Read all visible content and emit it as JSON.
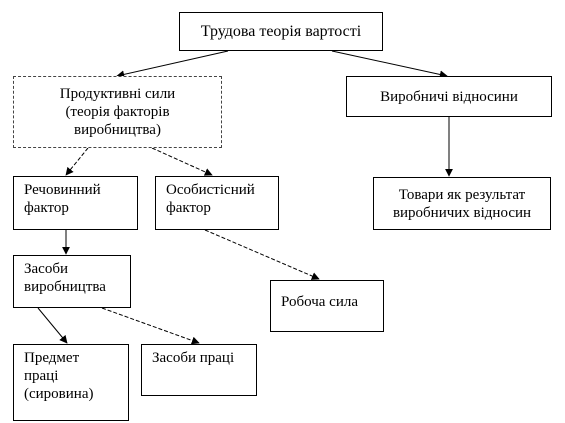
{
  "diagram": {
    "nodes": [
      {
        "id": "root",
        "text": "Трудова теорія вартості"
      },
      {
        "id": "prod",
        "text": "Продуктивні сили\n(теорія факторів\nвиробництва)"
      },
      {
        "id": "relations",
        "text": "Виробничі відносини"
      },
      {
        "id": "material",
        "text": "Речовинний\nфактор"
      },
      {
        "id": "personal",
        "text": "Особистісний\nфактор"
      },
      {
        "id": "goods",
        "text": "Товари як результат\nвиробничих відносин"
      },
      {
        "id": "means",
        "text": "Засоби\nвиробництва"
      },
      {
        "id": "labor",
        "text": "Робоча сила"
      },
      {
        "id": "object",
        "text": "Предмет\nпраці\n(сировина)"
      },
      {
        "id": "instruments",
        "text": "Засоби праці"
      }
    ],
    "edges": [
      {
        "from": "root",
        "to": "prod",
        "style": "solid"
      },
      {
        "from": "root",
        "to": "relations",
        "style": "solid"
      },
      {
        "from": "relations",
        "to": "goods",
        "style": "solid"
      },
      {
        "from": "prod",
        "to": "material",
        "style": "dashed"
      },
      {
        "from": "prod",
        "to": "personal",
        "style": "dashed"
      },
      {
        "from": "material",
        "to": "means",
        "style": "solid"
      },
      {
        "from": "personal",
        "to": "labor",
        "style": "dashed"
      },
      {
        "from": "means",
        "to": "object",
        "style": "solid"
      },
      {
        "from": "means",
        "to": "instruments",
        "style": "dashed"
      }
    ]
  }
}
